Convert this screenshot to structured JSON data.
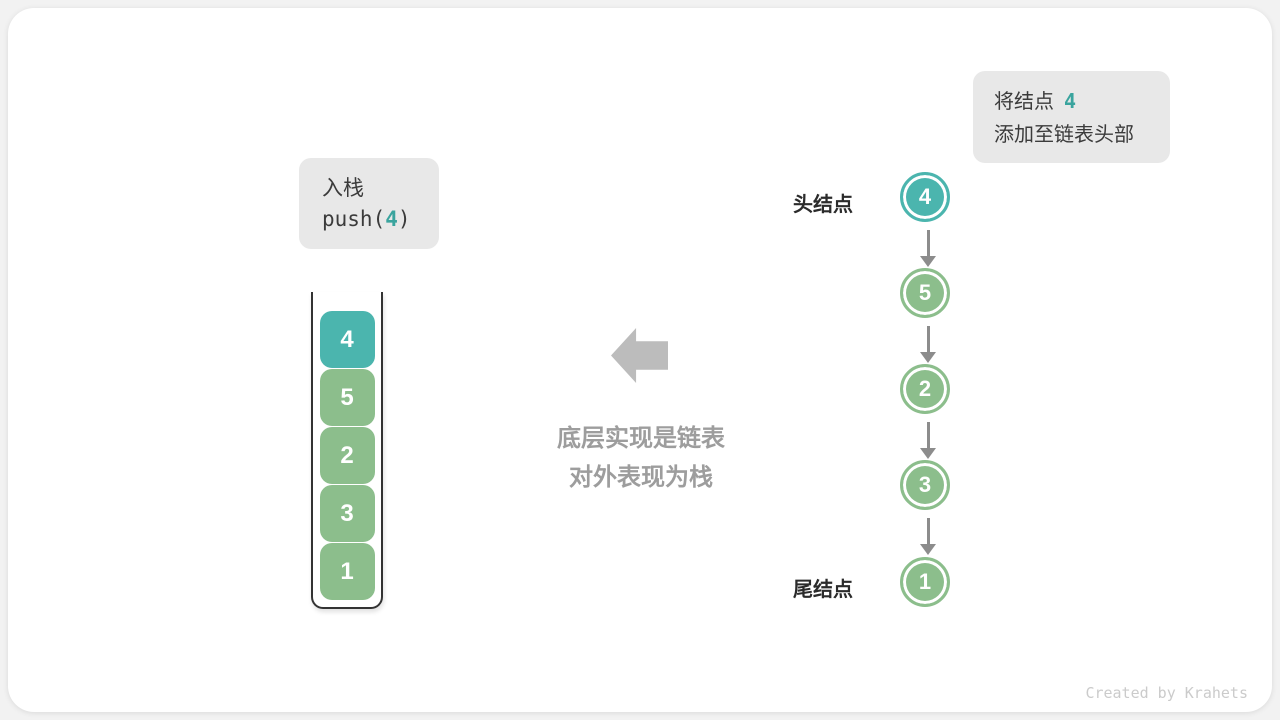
{
  "colors": {
    "page-bg": "#f2f2f2",
    "card-bg": "#ffffff",
    "teal": "#4bb5ae",
    "green": "#8cbe8c",
    "accent-teal": "#3aa49e",
    "label-box-bg": "#e8e8e8",
    "dark-text": "#3b3b3b",
    "bold-label": "#2b2b2b",
    "gray-note": "#9d9d9d",
    "arrow-gray": "#bcbcbc",
    "connector-gray": "#8c8c8c",
    "container-border": "#333333",
    "credit-gray": "#cbcbcb"
  },
  "push_label": {
    "line1": "入栈",
    "fn_open": "push(",
    "arg": "4",
    "fn_close": ")"
  },
  "annotation": {
    "line1_text": "将结点",
    "line1_value": "4",
    "line2_text": "添加至链表头部"
  },
  "stack": {
    "items": [
      "4",
      "5",
      "2",
      "3",
      "1"
    ]
  },
  "linked_list": {
    "head_label": "头结点",
    "tail_label": "尾结点",
    "nodes": [
      {
        "value": "4"
      },
      {
        "value": "5"
      },
      {
        "value": "2"
      },
      {
        "value": "3"
      },
      {
        "value": "1"
      }
    ]
  },
  "center_note": {
    "line1": "底层实现是链表",
    "line2": "对外表现为栈"
  },
  "footer": {
    "credit": "Created by Krahets"
  }
}
